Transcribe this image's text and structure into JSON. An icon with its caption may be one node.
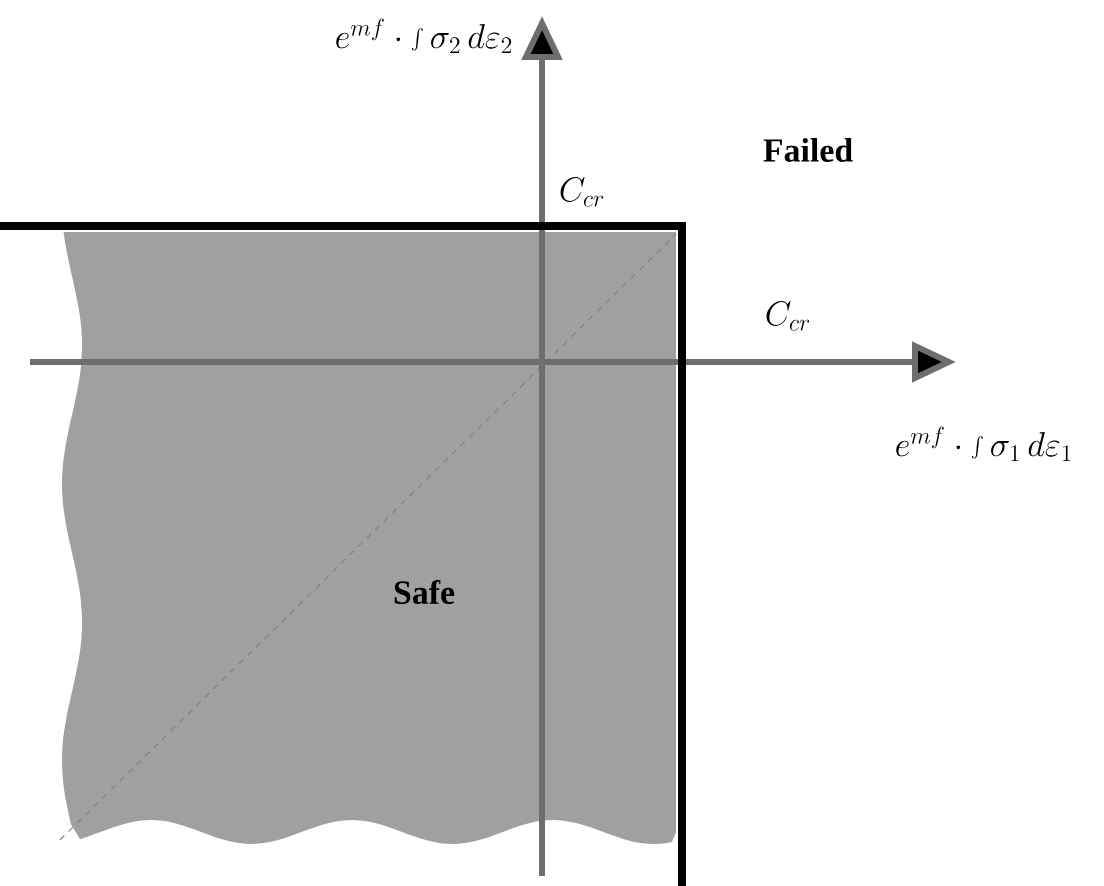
{
  "diagram": {
    "labels": [
      "e^{mf}\\cdot\\int\\sigma_2\\,d\\varepsilon_2",
      "Failed",
      "C_{cr}",
      "C_{cr}",
      "e^{mf}\\cdot\\int\\sigma_1\\,d\\varepsilon_1",
      "Safe"
    ]
  }
}
